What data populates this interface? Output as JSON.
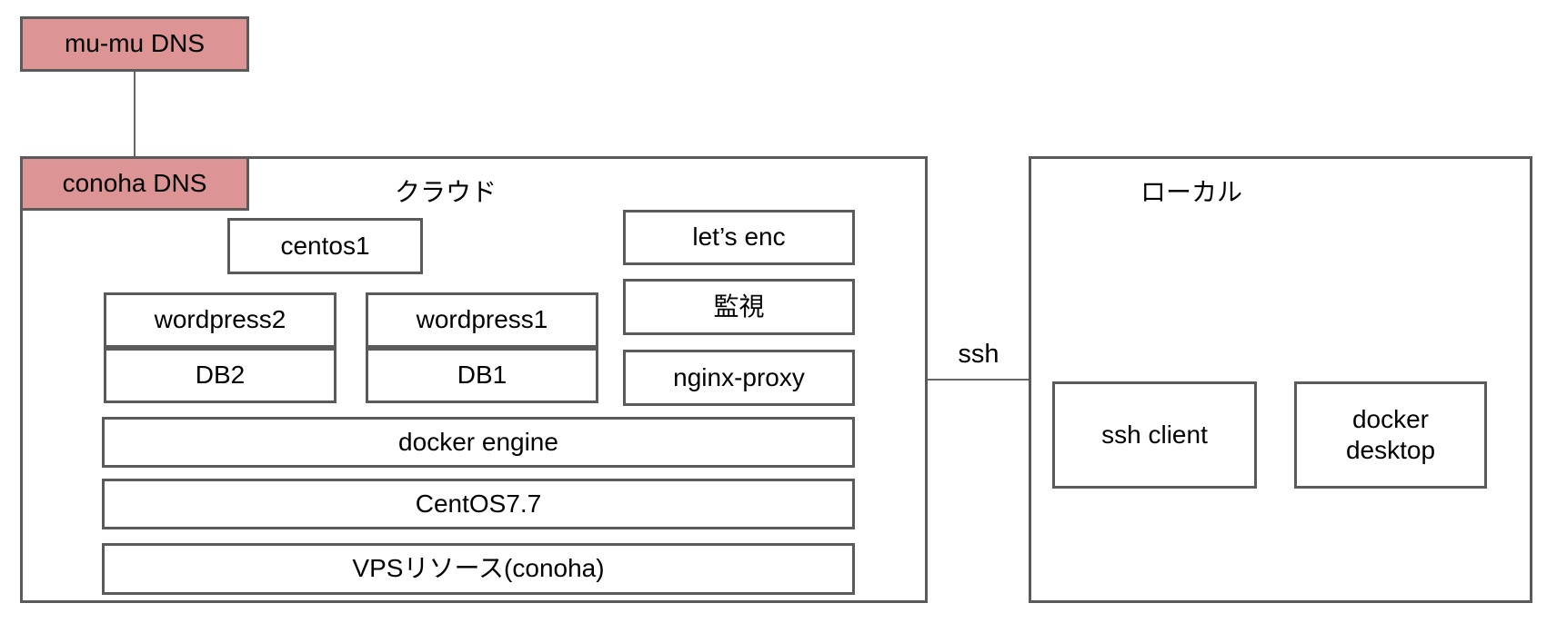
{
  "colors": {
    "pink_fill": "#dd9494",
    "border_gray": "#5a5a5a",
    "line_gray": "#666666",
    "background": "#ffffff"
  },
  "dns": {
    "mu_mu": "mu-mu DNS",
    "conoha": "conoha DNS"
  },
  "cloud": {
    "label": "クラウド",
    "nodes": {
      "centos1": "centos1",
      "wordpress2": "wordpress2",
      "db2": "DB2",
      "wordpress1": "wordpress1",
      "db1": "DB1",
      "lets_enc": "let’s enc",
      "monitoring": "監視",
      "nginx_proxy": "nginx-proxy"
    },
    "layers": {
      "docker_engine": "docker engine",
      "os": "CentOS7.7",
      "vps": "VPSリソース(conoha)"
    }
  },
  "connection": {
    "ssh": "ssh"
  },
  "local": {
    "label": "ローカル",
    "nodes": {
      "ssh_client": "ssh client",
      "docker_desktop": "docker desktop"
    }
  }
}
